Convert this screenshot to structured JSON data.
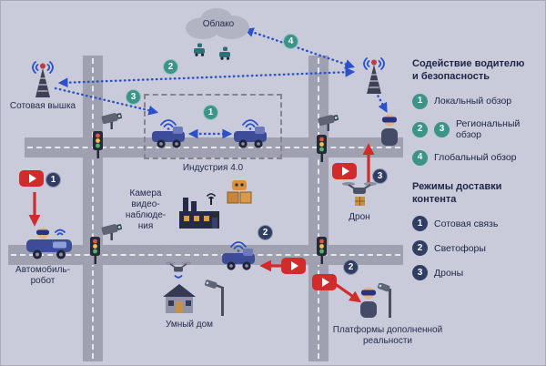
{
  "colors": {
    "background": "#c9cada",
    "green_badge": "#3c9488",
    "navy_badge": "#303e63",
    "red_accent": "#d22b2b",
    "blue_link": "#2b50c8"
  },
  "nodes": {
    "cloud": "Облако",
    "cell_tower": "Сотовая вышка",
    "industry": "Индустрия 4.0",
    "cctv": "Камера\nвидео-\nнаблюде-\nния",
    "drone": "Дрон",
    "robot_car": "Автомобиль-\nробот",
    "smart_home": "Умный дом",
    "ar_platforms": "Платформы дополненной\nреальности"
  },
  "badges": [
    {
      "n": "2",
      "type": "green"
    },
    {
      "n": "3",
      "type": "green"
    },
    {
      "n": "4",
      "type": "green"
    },
    {
      "n": "1",
      "type": "green"
    },
    {
      "n": "1",
      "type": "navy"
    },
    {
      "n": "3",
      "type": "navy"
    },
    {
      "n": "2",
      "type": "navy"
    },
    {
      "n": "2",
      "type": "navy"
    }
  ],
  "legend": {
    "safety": {
      "title": "Содействие водителю\nи безопасность",
      "items": [
        {
          "badges": [
            "1"
          ],
          "label": "Локальный обзор"
        },
        {
          "badges": [
            "2",
            "3"
          ],
          "label": "Региональный\nобзор"
        },
        {
          "badges": [
            "4"
          ],
          "label": "Глобальный обзор"
        }
      ]
    },
    "delivery": {
      "title": "Режимы доставки\nконтента",
      "items": [
        {
          "badges": [
            "1"
          ],
          "label": "Сотовая связь"
        },
        {
          "badges": [
            "2"
          ],
          "label": "Светофоры"
        },
        {
          "badges": [
            "3"
          ],
          "label": "Дроны"
        }
      ]
    }
  }
}
